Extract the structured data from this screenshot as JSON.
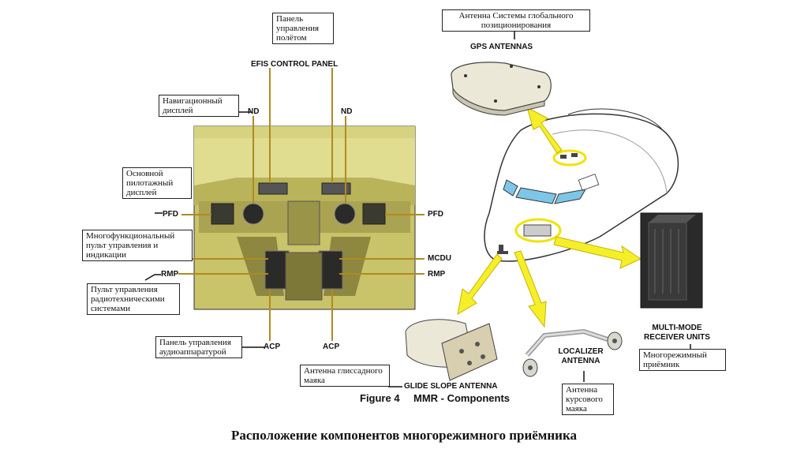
{
  "labels": {
    "efis_ru": "Панель управления полётом",
    "efis": "EFIS CONTROL PANEL",
    "nd_ru": "Навигационный дисплей",
    "nd": "ND",
    "pfd_ru": "Основной пилотажный дисплей",
    "pfd": "PFD",
    "mcdu_ru": "Многофункциональный пульт управления и индикации",
    "mcdu": "MCDU",
    "rmp": "RMP",
    "rmp_ru": "Пульт управления радиотехническими системами",
    "acp_ru": "Панель управления аудиоаппаратурой",
    "acp": "ACP",
    "gps_ru": "Антенна Системы глобального позиционирования",
    "gps": "GPS ANTENNAS",
    "mmr": "MULTI-MODE RECEIVER UNITS",
    "mmr_ru": "Многорежимный приёмник",
    "loc": "LOCALIZER ANTENNA",
    "loc_ru": "Антенна курсового маяка",
    "gs_ru": "Антенна глиссадного маяка",
    "gs": "GLIDE SLOPE ANTENNA",
    "figure": "Figure 4",
    "figure_title": "MMR - Components"
  },
  "caption": "Расположение компонентов многорежимного приёмника",
  "colors": {
    "cockpit": "#c9c36a",
    "arrow": "#f5ef2a",
    "window": "#7dc6e8"
  }
}
